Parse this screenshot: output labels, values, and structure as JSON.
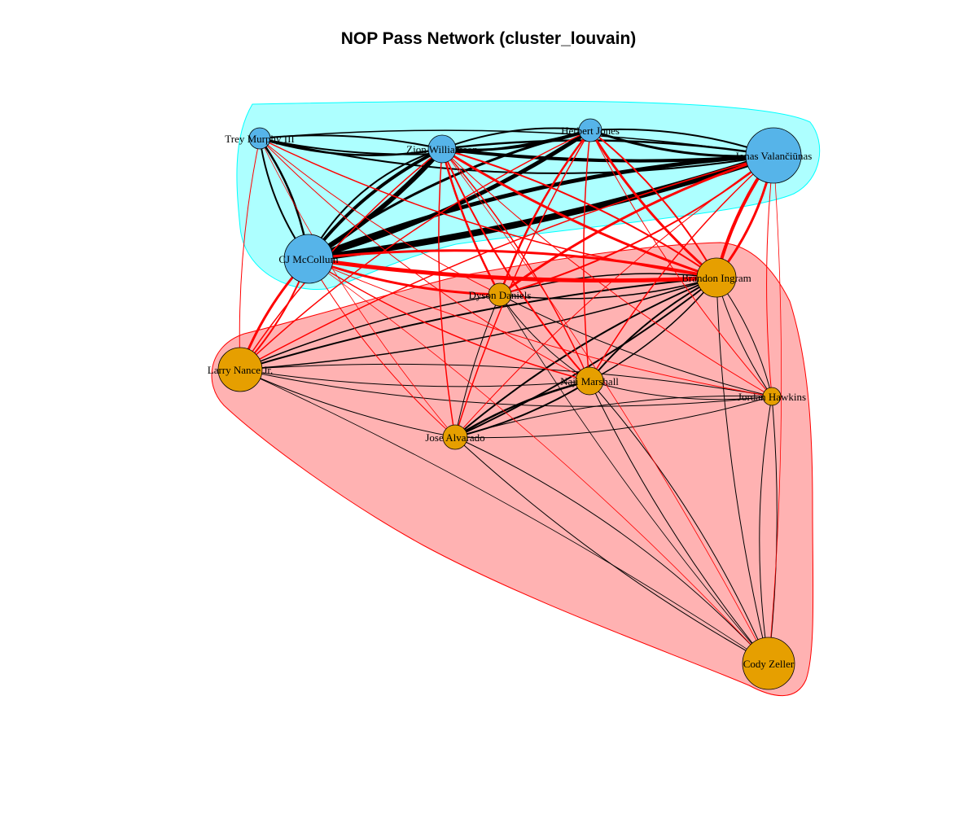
{
  "title": "NOP Pass Network (cluster_louvain)",
  "colors": {
    "cluster_1_fill": "#00FFFF",
    "cluster_1_border": "#00FFFF",
    "cluster_2_fill": "#FF6666",
    "cluster_2_border": "#FF0000",
    "node_cluster_1": "#56B4E9",
    "node_cluster_2": "#E69F00",
    "edge_within": "#000000",
    "edge_between": "#FF0000"
  },
  "nodes": [
    {
      "id": "trey",
      "label": "Trey Murphy III",
      "cluster": 1
    },
    {
      "id": "zion",
      "label": "Zion Williamson",
      "cluster": 1
    },
    {
      "id": "herbert",
      "label": "Herbert Jones",
      "cluster": 1
    },
    {
      "id": "jonas",
      "label": "Jonas Valančiūnas",
      "cluster": 1
    },
    {
      "id": "cj",
      "label": "CJ McCollum",
      "cluster": 1
    },
    {
      "id": "brandon",
      "label": "Brandon Ingram",
      "cluster": 2
    },
    {
      "id": "dyson",
      "label": "Dyson Daniels",
      "cluster": 2
    },
    {
      "id": "larry",
      "label": "Larry Nance Jr.",
      "cluster": 2
    },
    {
      "id": "naji",
      "label": "Naji Marshall",
      "cluster": 2
    },
    {
      "id": "jordan",
      "label": "Jordan Hawkins",
      "cluster": 2
    },
    {
      "id": "jose",
      "label": "Jose Alvarado",
      "cluster": 2
    },
    {
      "id": "cody",
      "label": "Cody Zeller",
      "cluster": 2
    }
  ]
}
